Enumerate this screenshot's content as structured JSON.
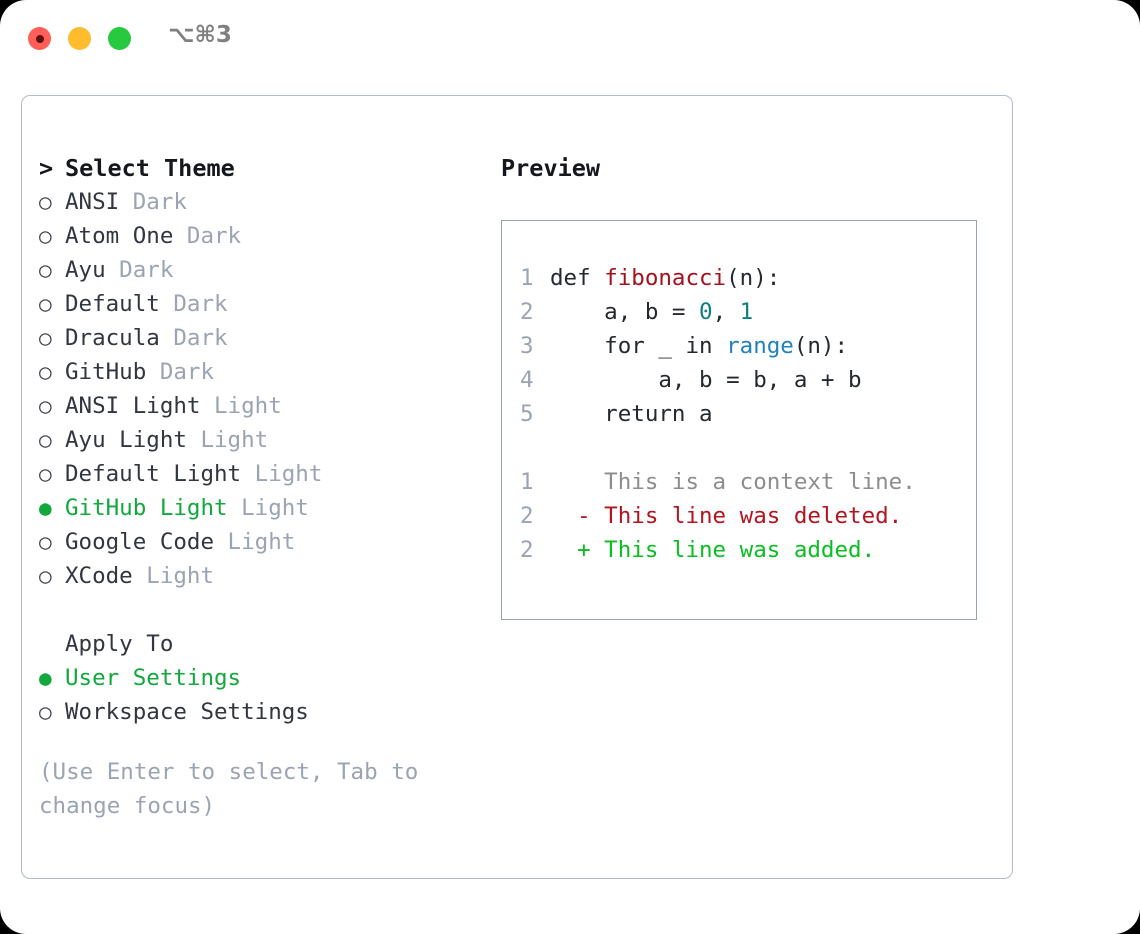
{
  "window": {
    "shortcut": "⌥⌘3",
    "traffic_lights": [
      {
        "name": "close",
        "color": "#ff5f56"
      },
      {
        "name": "minimize",
        "color": "#ffbd2e"
      },
      {
        "name": "maximize",
        "color": "#27c93f"
      }
    ]
  },
  "theme_list": {
    "header_marker": ">",
    "header": "Select Theme",
    "items": [
      {
        "marker": "○",
        "name": "ANSI",
        "variant": "Dark",
        "selected": false
      },
      {
        "marker": "○",
        "name": "Atom One",
        "variant": "Dark",
        "selected": false
      },
      {
        "marker": "○",
        "name": "Ayu",
        "variant": "Dark",
        "selected": false
      },
      {
        "marker": "○",
        "name": "Default",
        "variant": "Dark",
        "selected": false
      },
      {
        "marker": "○",
        "name": "Dracula",
        "variant": "Dark",
        "selected": false
      },
      {
        "marker": "○",
        "name": "GitHub",
        "variant": "Dark",
        "selected": false
      },
      {
        "marker": "○",
        "name": "ANSI Light",
        "variant": "Light",
        "selected": false
      },
      {
        "marker": "○",
        "name": "Ayu Light",
        "variant": "Light",
        "selected": false
      },
      {
        "marker": "○",
        "name": "Default Light",
        "variant": "Light",
        "selected": false
      },
      {
        "marker": "●",
        "name": "GitHub Light",
        "variant": "Light",
        "selected": true
      },
      {
        "marker": "○",
        "name": "Google Code",
        "variant": "Light",
        "selected": false
      },
      {
        "marker": "○",
        "name": "XCode",
        "variant": "Light",
        "selected": false
      }
    ]
  },
  "apply_to": {
    "header": "Apply To",
    "items": [
      {
        "marker": "●",
        "name": "User Settings",
        "selected": true
      },
      {
        "marker": "○",
        "name": "Workspace Settings",
        "selected": false
      }
    ]
  },
  "hint": "(Use Enter to select, Tab to change focus)",
  "preview": {
    "title": "Preview",
    "code_lines": [
      {
        "no": "1",
        "segments": [
          {
            "t": "def ",
            "c": "plain"
          },
          {
            "t": "fibonacci",
            "c": "fn"
          },
          {
            "t": "(n):",
            "c": "plain"
          }
        ]
      },
      {
        "no": "2",
        "segments": [
          {
            "t": "    a, b = ",
            "c": "plain"
          },
          {
            "t": "0",
            "c": "num"
          },
          {
            "t": ", ",
            "c": "plain"
          },
          {
            "t": "1",
            "c": "num"
          }
        ]
      },
      {
        "no": "3",
        "segments": [
          {
            "t": "    for _ in ",
            "c": "plain"
          },
          {
            "t": "range",
            "c": "call"
          },
          {
            "t": "(n):",
            "c": "plain"
          }
        ]
      },
      {
        "no": "4",
        "segments": [
          {
            "t": "        a, b = b, a + b",
            "c": "plain"
          }
        ]
      },
      {
        "no": "5",
        "segments": [
          {
            "t": "    return a",
            "c": "plain"
          }
        ]
      }
    ],
    "diff_lines": [
      {
        "no": "1",
        "sign": " ",
        "text": " This is a context line.",
        "kind": "context"
      },
      {
        "no": "2",
        "sign": "-",
        "text": " This line was deleted.",
        "kind": "del"
      },
      {
        "no": "2",
        "sign": "+",
        "text": " This line was added.",
        "kind": "add"
      }
    ]
  },
  "colors": {
    "selected_green": "#12a83c",
    "muted_gray": "#9aa4b2",
    "text_dark": "#31363f",
    "function_red": "#a3111c",
    "number_teal": "#0d7f7f",
    "call_blue": "#1f82bd",
    "diff_add_green": "#0bbd22",
    "diff_del_red": "#b3141e",
    "panel_border": "#b3bcc8"
  }
}
